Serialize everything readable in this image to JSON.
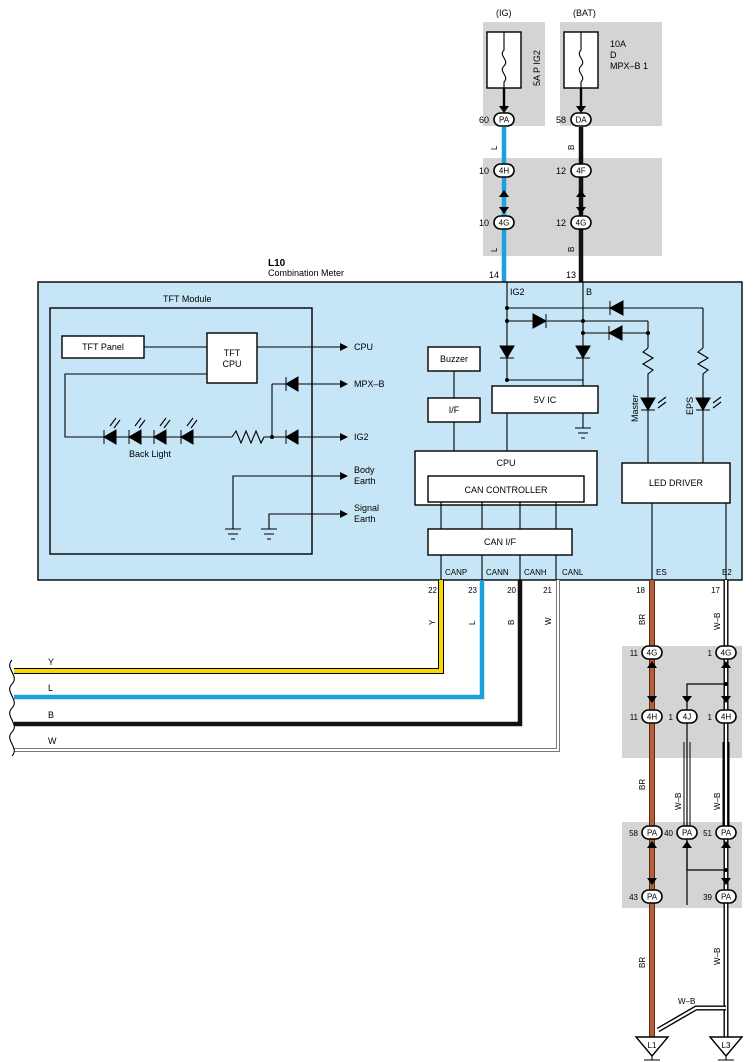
{
  "colors": {
    "meter_fill": "#c6e5f6",
    "junction_fill": "#d4d4d4",
    "wire_blue": "#1ea0dc",
    "wire_black": "#111111",
    "wire_yellow": "#f9d800",
    "wire_brown": "#b5603a",
    "wire_white": "#ffffff"
  },
  "fuses": {
    "ig": {
      "header": "(IG)",
      "name": "5A P IG2",
      "pin": "60",
      "connector": "PA"
    },
    "bat": {
      "header": "(BAT)",
      "line1": "10A",
      "line2": "D",
      "line3": "MPX–B 1",
      "pin": "58",
      "connector": "DA"
    }
  },
  "wire_labels": {
    "L": "L",
    "B": "B",
    "Y": "Y",
    "W": "W",
    "BR": "BR",
    "WB": "W–B"
  },
  "upper_junction": {
    "left_top": {
      "pin": "10",
      "code": "4H"
    },
    "right_top": {
      "pin": "12",
      "code": "4F"
    },
    "left_bottom": {
      "pin": "10",
      "code": "4G"
    },
    "right_bottom": {
      "pin": "12",
      "code": "4G"
    }
  },
  "meter": {
    "code": "L10",
    "name": "Combination Meter",
    "pin_ig2": "14",
    "pin_b": "13",
    "label_ig2": "IG2",
    "label_b": "B"
  },
  "tft": {
    "title": "TFT Module",
    "panel": "TFT Panel",
    "cpu_line1": "TFT",
    "cpu_line2": "CPU",
    "back_light": "Back Light",
    "out_cpu": "CPU",
    "out_mpxb": "MPX–B",
    "out_ig2": "IG2",
    "body_earth_1": "Body",
    "body_earth_2": "Earth",
    "signal_earth_1": "Signal",
    "signal_earth_2": "Earth"
  },
  "blocks": {
    "buzzer": "Buzzer",
    "if": "I/F",
    "five_v_ic": "5V IC",
    "cpu": "CPU",
    "can_controller": "CAN CONTROLLER",
    "can_if": "CAN I/F",
    "led_driver": "LED DRIVER",
    "master": "Master",
    "eps": "EPS"
  },
  "bottom_pins": {
    "canp": {
      "label": "CANP",
      "pin": "22"
    },
    "cann": {
      "label": "CANN",
      "pin": "23"
    },
    "canh": {
      "label": "CANH",
      "pin": "20"
    },
    "canl": {
      "label": "CANL",
      "pin": "21"
    },
    "es": {
      "label": "ES",
      "pin": "18"
    },
    "e2": {
      "label": "E2",
      "pin": "17"
    }
  },
  "lower_junction": {
    "r1_left": {
      "pin": "11",
      "code": "4G"
    },
    "r1_right": {
      "pin": "1",
      "code": "4G"
    },
    "r2_left": {
      "pin": "11",
      "code": "4H"
    },
    "r2_mid": {
      "pin": "1",
      "code": "4J"
    },
    "r2_right": {
      "pin": "1",
      "code": "4H"
    },
    "r3_left": {
      "pin": "58",
      "code": "PA"
    },
    "r3_mid": {
      "pin": "40",
      "code": "PA"
    },
    "r3_right": {
      "pin": "51",
      "code": "PA"
    },
    "r4_left": {
      "pin": "43",
      "code": "PA"
    },
    "r4_right": {
      "pin": "39",
      "code": "PA"
    }
  },
  "grounds": {
    "l1": "L1",
    "l3": "L3"
  }
}
